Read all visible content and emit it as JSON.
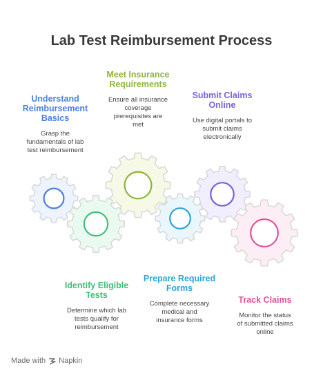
{
  "title": "Lab Test Reimbursement Process",
  "steps": [
    {
      "heading": "Understand Reimbursement Basics",
      "lines": [
        "Understand",
        "Reimbursement",
        "Basics"
      ],
      "desc_lines": [
        "Grasp the",
        "fundamentals of lab",
        "test reimbursement"
      ],
      "color": "#4a7fe0",
      "fill": "#eef4ff"
    },
    {
      "heading": "Meet Insurance Requirements",
      "lines": [
        "Meet Insurance",
        "Requirements"
      ],
      "desc_lines": [
        "Ensure all insurance",
        "coverage",
        "prerequisites are",
        "met"
      ],
      "color": "#8db53a",
      "fill": "#f5f9e6"
    },
    {
      "heading": "Submit Claims Online",
      "lines": [
        "Submit Claims",
        "Online"
      ],
      "desc_lines": [
        "Use digital portals to",
        "submit claims",
        "electronically"
      ],
      "color": "#7b5fe0",
      "fill": "#f1eefd"
    },
    {
      "heading": "Identify Eligible Tests",
      "lines": [
        "Identify Eligible",
        "Tests"
      ],
      "desc_lines": [
        "Determine which lab",
        "tests qualify for",
        "reimbursement"
      ],
      "color": "#3fbf7a",
      "fill": "#eafaf1"
    },
    {
      "heading": "Prepare Required Forms",
      "lines": [
        "Prepare Required",
        "Forms"
      ],
      "desc_lines": [
        "Complete necessary",
        "medical and",
        "insurance forms"
      ],
      "color": "#2ea3d8",
      "fill": "#e9f6fc"
    },
    {
      "heading": "Track Claims",
      "lines": [
        "Track Claims"
      ],
      "desc_lines": [
        "Monitor the status",
        "of submitted claims",
        "online"
      ],
      "color": "#e0509a",
      "fill": "#fdeef6"
    }
  ],
  "footer": {
    "made_with": "Made with",
    "brand": "Napkin"
  },
  "colors": {
    "title": "#3a3a3a",
    "gear_stroke": "#d7d7d7"
  }
}
